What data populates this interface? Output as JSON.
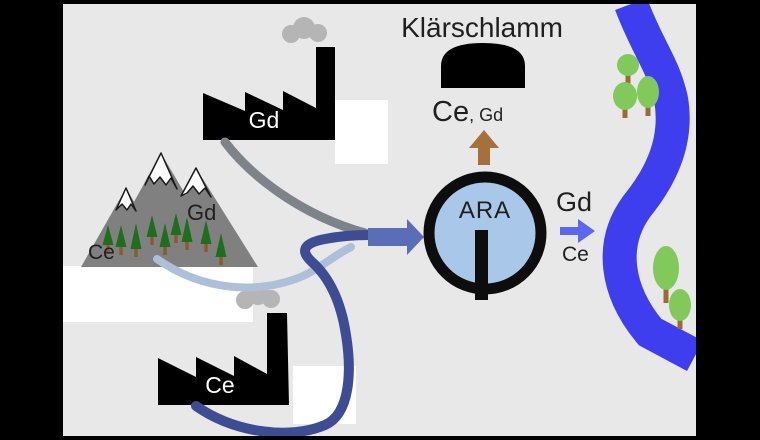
{
  "labels": {
    "sludge_title": "Klärschlamm",
    "sludge_major": "Ce",
    "sludge_minor": ", Gd",
    "plant": "ARA",
    "factory_top": "Gd",
    "factory_bottom": "Ce",
    "mountain_upper": "Gd",
    "mountain_lower": "Ce",
    "effluent_top": "Gd",
    "effluent_bottom": "Ce"
  },
  "colors": {
    "frame": "#000000",
    "background": "#e8e8e8",
    "factory": "#000000",
    "factory_label": "#ffffff",
    "smoke": "#b5b5b5",
    "mountain": "#808080",
    "snow": "#ffffff",
    "snow_outline": "#1a1a1a",
    "pine": "#1e6e1e",
    "pine_trunk": "#8b5a2b",
    "white_patch": "#ffffff",
    "flow_industrial_gd": "#7e838a",
    "flow_natural": "#adbfd9",
    "flow_industrial_ce": "#3e4c93",
    "inflow_arrow": "#5b6db6",
    "plant_fill": "#a9c7e8",
    "plant_outline": "#0d0d0d",
    "plant_bar": "#0d0d0d",
    "sludge_dome": "#000000",
    "sludge_arrow": "#a5703c",
    "effluent_arrow": "#5c67ef",
    "river": "#3e3eef",
    "river_tree": "#80c95a",
    "river_tree_trunk": "#9a6b33",
    "text": "#1f1f1f"
  },
  "icons": [
    "factory-icon",
    "smoke-cloud-icon",
    "mountain-icon",
    "snow-cap-icon",
    "pine-tree-icon",
    "sludge-dome-icon",
    "up-arrow-icon",
    "right-arrow-icon",
    "treatment-plant-icon",
    "river-icon",
    "tree-icon"
  ]
}
